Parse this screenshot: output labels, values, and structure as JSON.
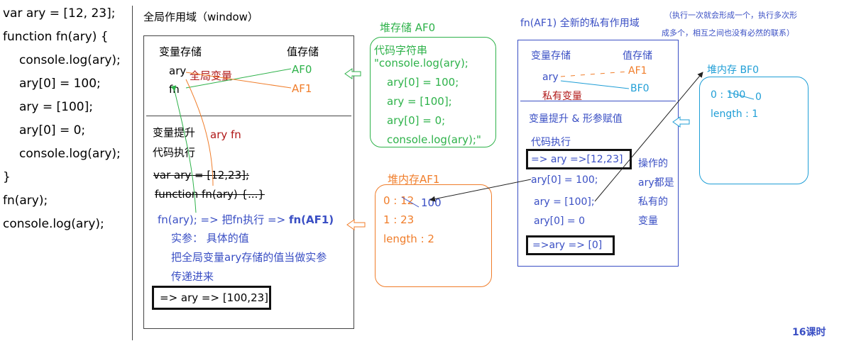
{
  "code_lines": [
    "var ary = [12, 23];",
    "function fn(ary) {",
    "  console.log(ary);",
    "  ary[0] = 100;",
    "  ary = [100];",
    "  ary[0] = 0;",
    "  console.log(ary);",
    "}",
    "fn(ary);",
    "console.log(ary);"
  ],
  "global_scope": {
    "title": "全局作用域（window）",
    "var_storage": "变量存储",
    "value_storage": "值存储",
    "var_ary": "ary",
    "var_fn": "fn",
    "global_var_label": "全局变量",
    "val_af0": "AF0",
    "val_af1": "AF1",
    "hoist": "变量提升",
    "hoist_note": "ary fn",
    "exec": "代码执行",
    "line_var": "var ary = [12,23];",
    "line_func": "function fn(ary) {...}",
    "line_call": "fn(ary);  =>  把fn执行  =>",
    "line_call_bold": "fn(AF1)",
    "arg1": "实参：  具体的值",
    "arg2": "把全局变量ary存储的值当做实参",
    "arg3": "传递进来",
    "result": "=> ary => [100,23]"
  },
  "heap_af0": {
    "title": "堆存储 AF0",
    "lines": [
      "代码字符串",
      "\"console.log(ary);",
      "ary[0] = 100;",
      "ary = [100];",
      "ary[0] = 0;",
      "console.log(ary);\""
    ]
  },
  "heap_af1": {
    "title": "堆内存AF1",
    "idx0": "0 : 12",
    "new_val": "100",
    "idx1": "1 : 23",
    "length": "length : 2"
  },
  "private_scope": {
    "title": "fn(AF1) 全新的私有作用域",
    "note1": "（执行一次就会形成一个，执行多次形",
    "note2": "成多个，相互之间也没有必然的联系）",
    "var_storage": "变量存储",
    "value_storage": "值存储",
    "var_ary": "ary",
    "val_af1": "AF1",
    "val_bf0": "BF0",
    "private_var": "私有变量",
    "hoist": "变量提升 & 形参赋值",
    "exec": "代码执行",
    "box1": "=> ary   =>[12,23]",
    "line1": "ary[0] = 100;",
    "line2": "ary = [100];",
    "line3": "ary[0] = 0",
    "box2": "=>ary => [0]",
    "side_note": [
      "操作的",
      "ary都是",
      "私有的",
      "变量"
    ]
  },
  "heap_bf0": {
    "title": "堆内存 BF0",
    "idx0": "0 : 100",
    "new_val": "0",
    "length": "length : 1"
  },
  "footer": "16课时",
  "colors": {
    "green": "#2eb24a",
    "orange": "#f07d2a",
    "blue": "#3a4fc4",
    "cyan": "#1f9ed6",
    "darkred": "#b01818",
    "box": "#333333"
  }
}
